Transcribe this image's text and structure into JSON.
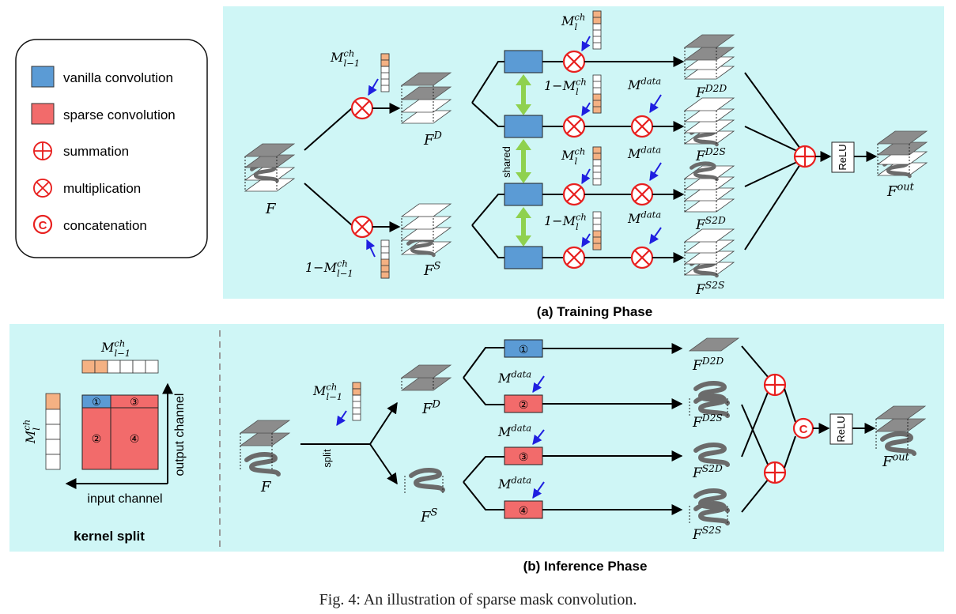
{
  "legend": {
    "vanilla": "vanilla convolution",
    "sparse": "sparse convolution",
    "sum": "summation",
    "mul": "multiplication",
    "concat": "concatenation",
    "concat_glyph": "C"
  },
  "training": {
    "title": "(a) Training Phase",
    "shared": "shared",
    "relu": "ReLU",
    "labels": {
      "F": "F",
      "FD": "F^D",
      "FS": "F^S",
      "FD2D": "F^D2D",
      "FD2S": "F^D2S",
      "FS2D": "F^S2D",
      "FS2S": "F^S2S",
      "Fout": "F^out"
    },
    "masks": {
      "m_ch_prev": "M^ch_l−1",
      "one_minus_m_ch_prev": "1−M^ch_l−1",
      "m_ch": "M^ch_l",
      "one_minus_m_ch": "1−M^ch_l",
      "m_data": "M^data"
    }
  },
  "inference": {
    "title": "(b) Inference Phase",
    "split": "split",
    "relu": "ReLU",
    "kernel_split": "kernel split",
    "input_channel": "input channel",
    "output_channel": "output channel",
    "kernel_labels": [
      "①",
      "②",
      "③",
      "④"
    ],
    "labels": {
      "F": "F",
      "FD": "F^D",
      "FS": "F^S",
      "FD2D": "F^D2D",
      "FD2S": "F^D2S",
      "FS2D": "F^S2D",
      "FS2S": "F^S2S",
      "Fout": "F^out"
    },
    "masks": {
      "m_ch_prev": "M^ch_l−1",
      "m_ch": "M^ch_l",
      "m_data": "M^data"
    }
  },
  "caption": "Fig. 4: An illustration of sparse mask convolution.",
  "colors": {
    "panel_bg": "#cff6f6",
    "vanilla": "#5b9bd5",
    "sparse": "#f26b6b",
    "op_red": "#e8201f",
    "mask_orange": "#f4b183",
    "shared_arrow": "#8fd14f",
    "blue_arrow": "#1f1fe0"
  }
}
